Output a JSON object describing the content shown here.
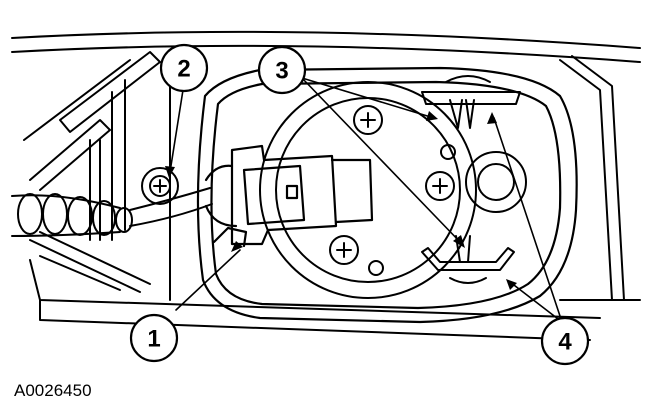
{
  "figure_id": "A0026450",
  "callouts": [
    {
      "number": "1"
    },
    {
      "number": "2"
    },
    {
      "number": "3"
    },
    {
      "number": "4"
    }
  ],
  "colors": {
    "ink": "#000000",
    "paper": "#ffffff"
  }
}
